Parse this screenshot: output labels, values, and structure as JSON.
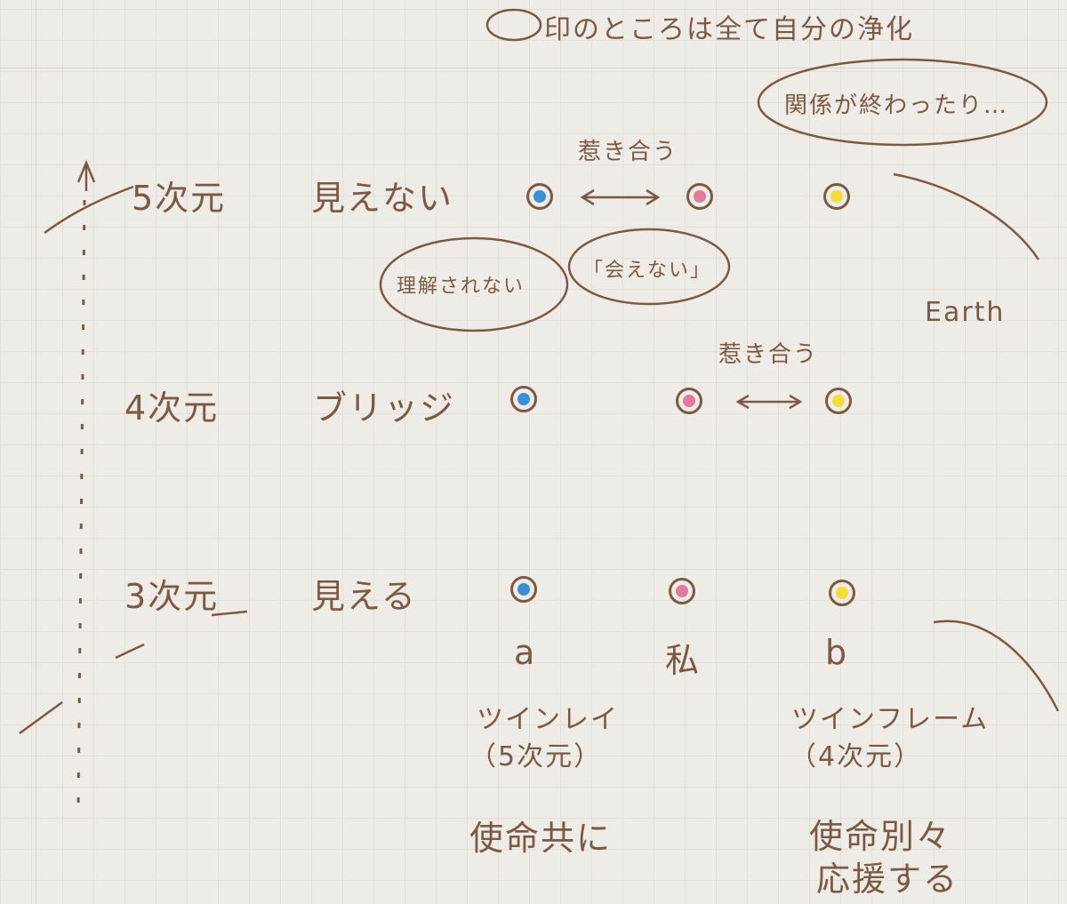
{
  "header": {
    "note": "印のところは全て自分の浄化"
  },
  "top_bubble": "関係が終わったり…",
  "dimensions": {
    "d5": {
      "label": "5次元",
      "desc": "見えない"
    },
    "d4": {
      "label": "4次元",
      "desc": "ブリッジ"
    },
    "d3": {
      "label": "3次元",
      "desc": "見える"
    }
  },
  "relations": {
    "row5": "惹き合う",
    "row4": "惹き合う"
  },
  "bubbles": {
    "left": "理解されない",
    "right": "「会えない」"
  },
  "earth_label": "Earth",
  "people": {
    "a": "a",
    "me": "私",
    "b": "b"
  },
  "twin_ray": {
    "name": "ツインレイ",
    "dim": "（5次元）",
    "mission": "使命共に"
  },
  "twin_flame": {
    "name": "ツインフレーム",
    "dim": "（4次元）",
    "mission_line1": "使命別々",
    "mission_line2": "応援する"
  },
  "colors": {
    "ink": "#7a5a45",
    "blue": "#3a8fd9",
    "pink": "#e27a9a",
    "yellow": "#f2dd3a"
  }
}
